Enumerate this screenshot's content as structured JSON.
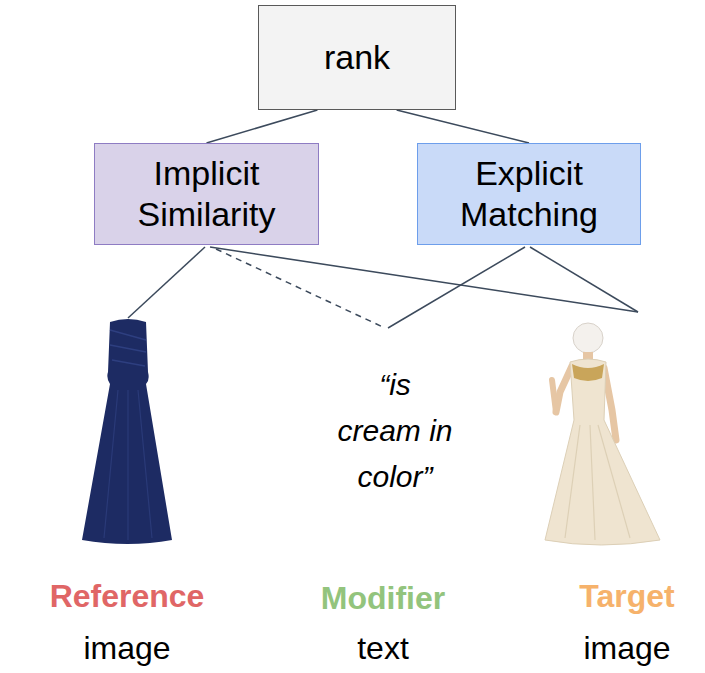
{
  "diagram": {
    "nodes": [
      {
        "text": [
          "rank"
        ]
      },
      {
        "text": [
          "Implicit Similarity"
        ]
      },
      {
        "text": [
          "Explicit Matching"
        ]
      }
    ],
    "edges": [
      {
        "from": 0,
        "to": 1,
        "arrow": "none"
      },
      {
        "from": 0,
        "to": 2,
        "arrow": "none"
      }
    ],
    "labels": [
      "“is cream in color”",
      "Reference",
      "image",
      "Modifier",
      "text",
      "Target",
      "image"
    ]
  }
}
